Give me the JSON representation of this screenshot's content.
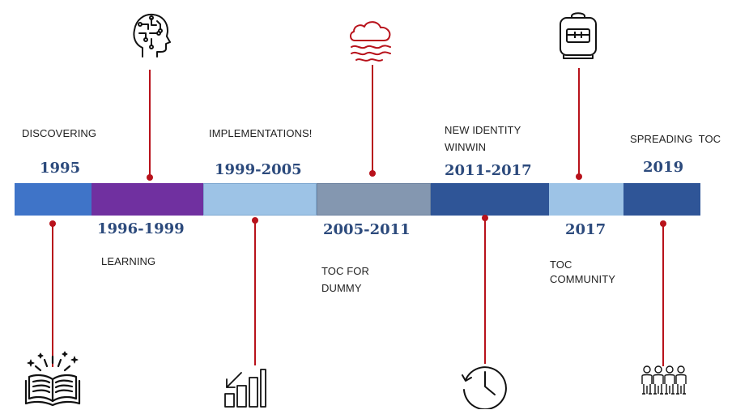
{
  "timeline": {
    "segments": [
      {
        "id": "1995",
        "color": "#3f74c8"
      },
      {
        "id": "1996-1999",
        "color": "#7030a0"
      },
      {
        "id": "1999-2005",
        "color": "#9dc3e6"
      },
      {
        "id": "2005-2011",
        "color": "#8497b0"
      },
      {
        "id": "2011-2017",
        "color": "#2f5597"
      },
      {
        "id": "2017",
        "color": "#9dc3e6"
      },
      {
        "id": "2019",
        "color": "#2f5597"
      }
    ],
    "stem_color": "#b8121b"
  },
  "events": {
    "e1995": {
      "year": "1995",
      "label": "DISCOVERING",
      "icon": "open-book-icon"
    },
    "e1996": {
      "year": "1996-1999",
      "label": "LEARNING",
      "icon": "ai-head-icon"
    },
    "e1999": {
      "year": "1999-2005",
      "label": "IMPLEMENTATIONS!",
      "icon": "bar-chart-icon"
    },
    "e2005": {
      "year": "2005-2011",
      "label_line1": "TOC FOR",
      "label_line2": "DUMMY",
      "icon": "cloud-wind-icon"
    },
    "e2011": {
      "year": "2011-2017",
      "label_line1": "NEW IDENTITY",
      "label_line2": "WINWIN",
      "icon": "clock-icon"
    },
    "e2017": {
      "year": "2017",
      "label_line1": "TOC",
      "label_line2": "COMMUNITY",
      "icon": "backpack-icon"
    },
    "e2019": {
      "year": "2019",
      "label": "SPREADING  TOC",
      "icon": "people-group-icon"
    }
  }
}
